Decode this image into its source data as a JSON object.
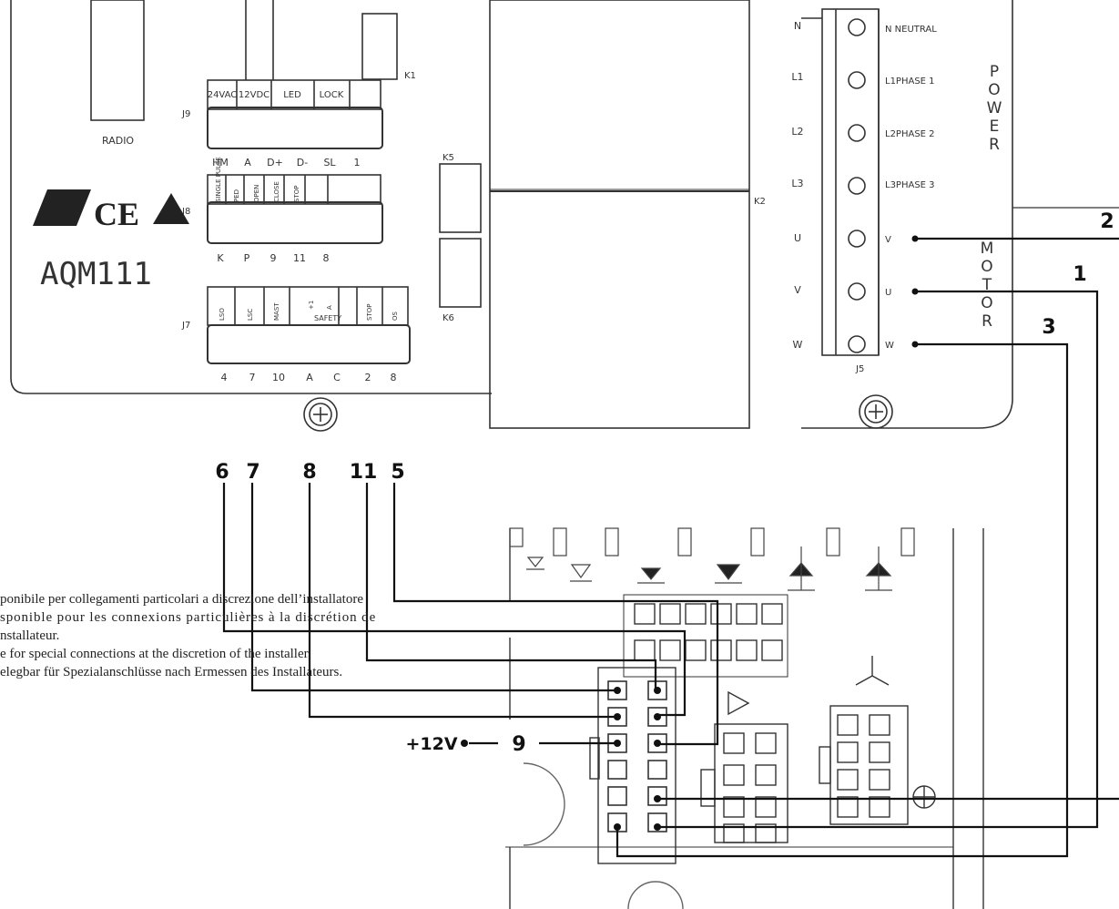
{
  "board": {
    "model": "AQM111",
    "radio": "RADIO",
    "k1": "K1",
    "k5": "K5",
    "k6": "K6",
    "k2": "K2",
    "j9": {
      "label": "J9",
      "tops": [
        "24VAC",
        "12VDC",
        "LED",
        "LOCK"
      ],
      "bottoms": [
        "HM",
        "A",
        "D+",
        "D-",
        "SL",
        "1"
      ]
    },
    "j8": {
      "label": "J8",
      "tops": [
        "SINGLE PULSE",
        "PED",
        "OPEN",
        "CLOSE",
        "STOP"
      ],
      "bottoms": [
        "K",
        "P",
        "9",
        "11",
        "8"
      ]
    },
    "j7": {
      "label": "J7",
      "tops": [
        "LSO",
        "LSC",
        "MAST",
        "+1",
        "A",
        "STOP",
        "OS"
      ],
      "safety": "SAFETY",
      "bottoms": [
        "4",
        "7",
        "10",
        "A",
        "C",
        "2",
        "8"
      ]
    },
    "j5": {
      "label": "J5",
      "left": [
        "N",
        "L1",
        "L2",
        "L3",
        "U",
        "V",
        "W"
      ],
      "right": [
        "N NEUTRAL",
        "L1PHASE 1",
        "L2PHASE 2",
        "L3PHASE 3",
        "V",
        "U",
        "W"
      ],
      "power": "POWER",
      "motor": "MOTOR"
    }
  },
  "callouts": {
    "right": [
      "2",
      "1",
      "3"
    ],
    "bottom": [
      "6",
      "7",
      "8",
      "11",
      "5"
    ],
    "plus12": "+12V",
    "nine": "9"
  },
  "note": {
    "lines": [
      "ponibile per collegamenti particolari a discrezione dell’installatore",
      "sponible pour les connexions particulières à la discrétion de",
      "nstallateur.",
      "e for special connections at the discretion of the installer.",
      "elegbar für Spezialanschlüsse nach Ermessen des Installateurs."
    ]
  }
}
